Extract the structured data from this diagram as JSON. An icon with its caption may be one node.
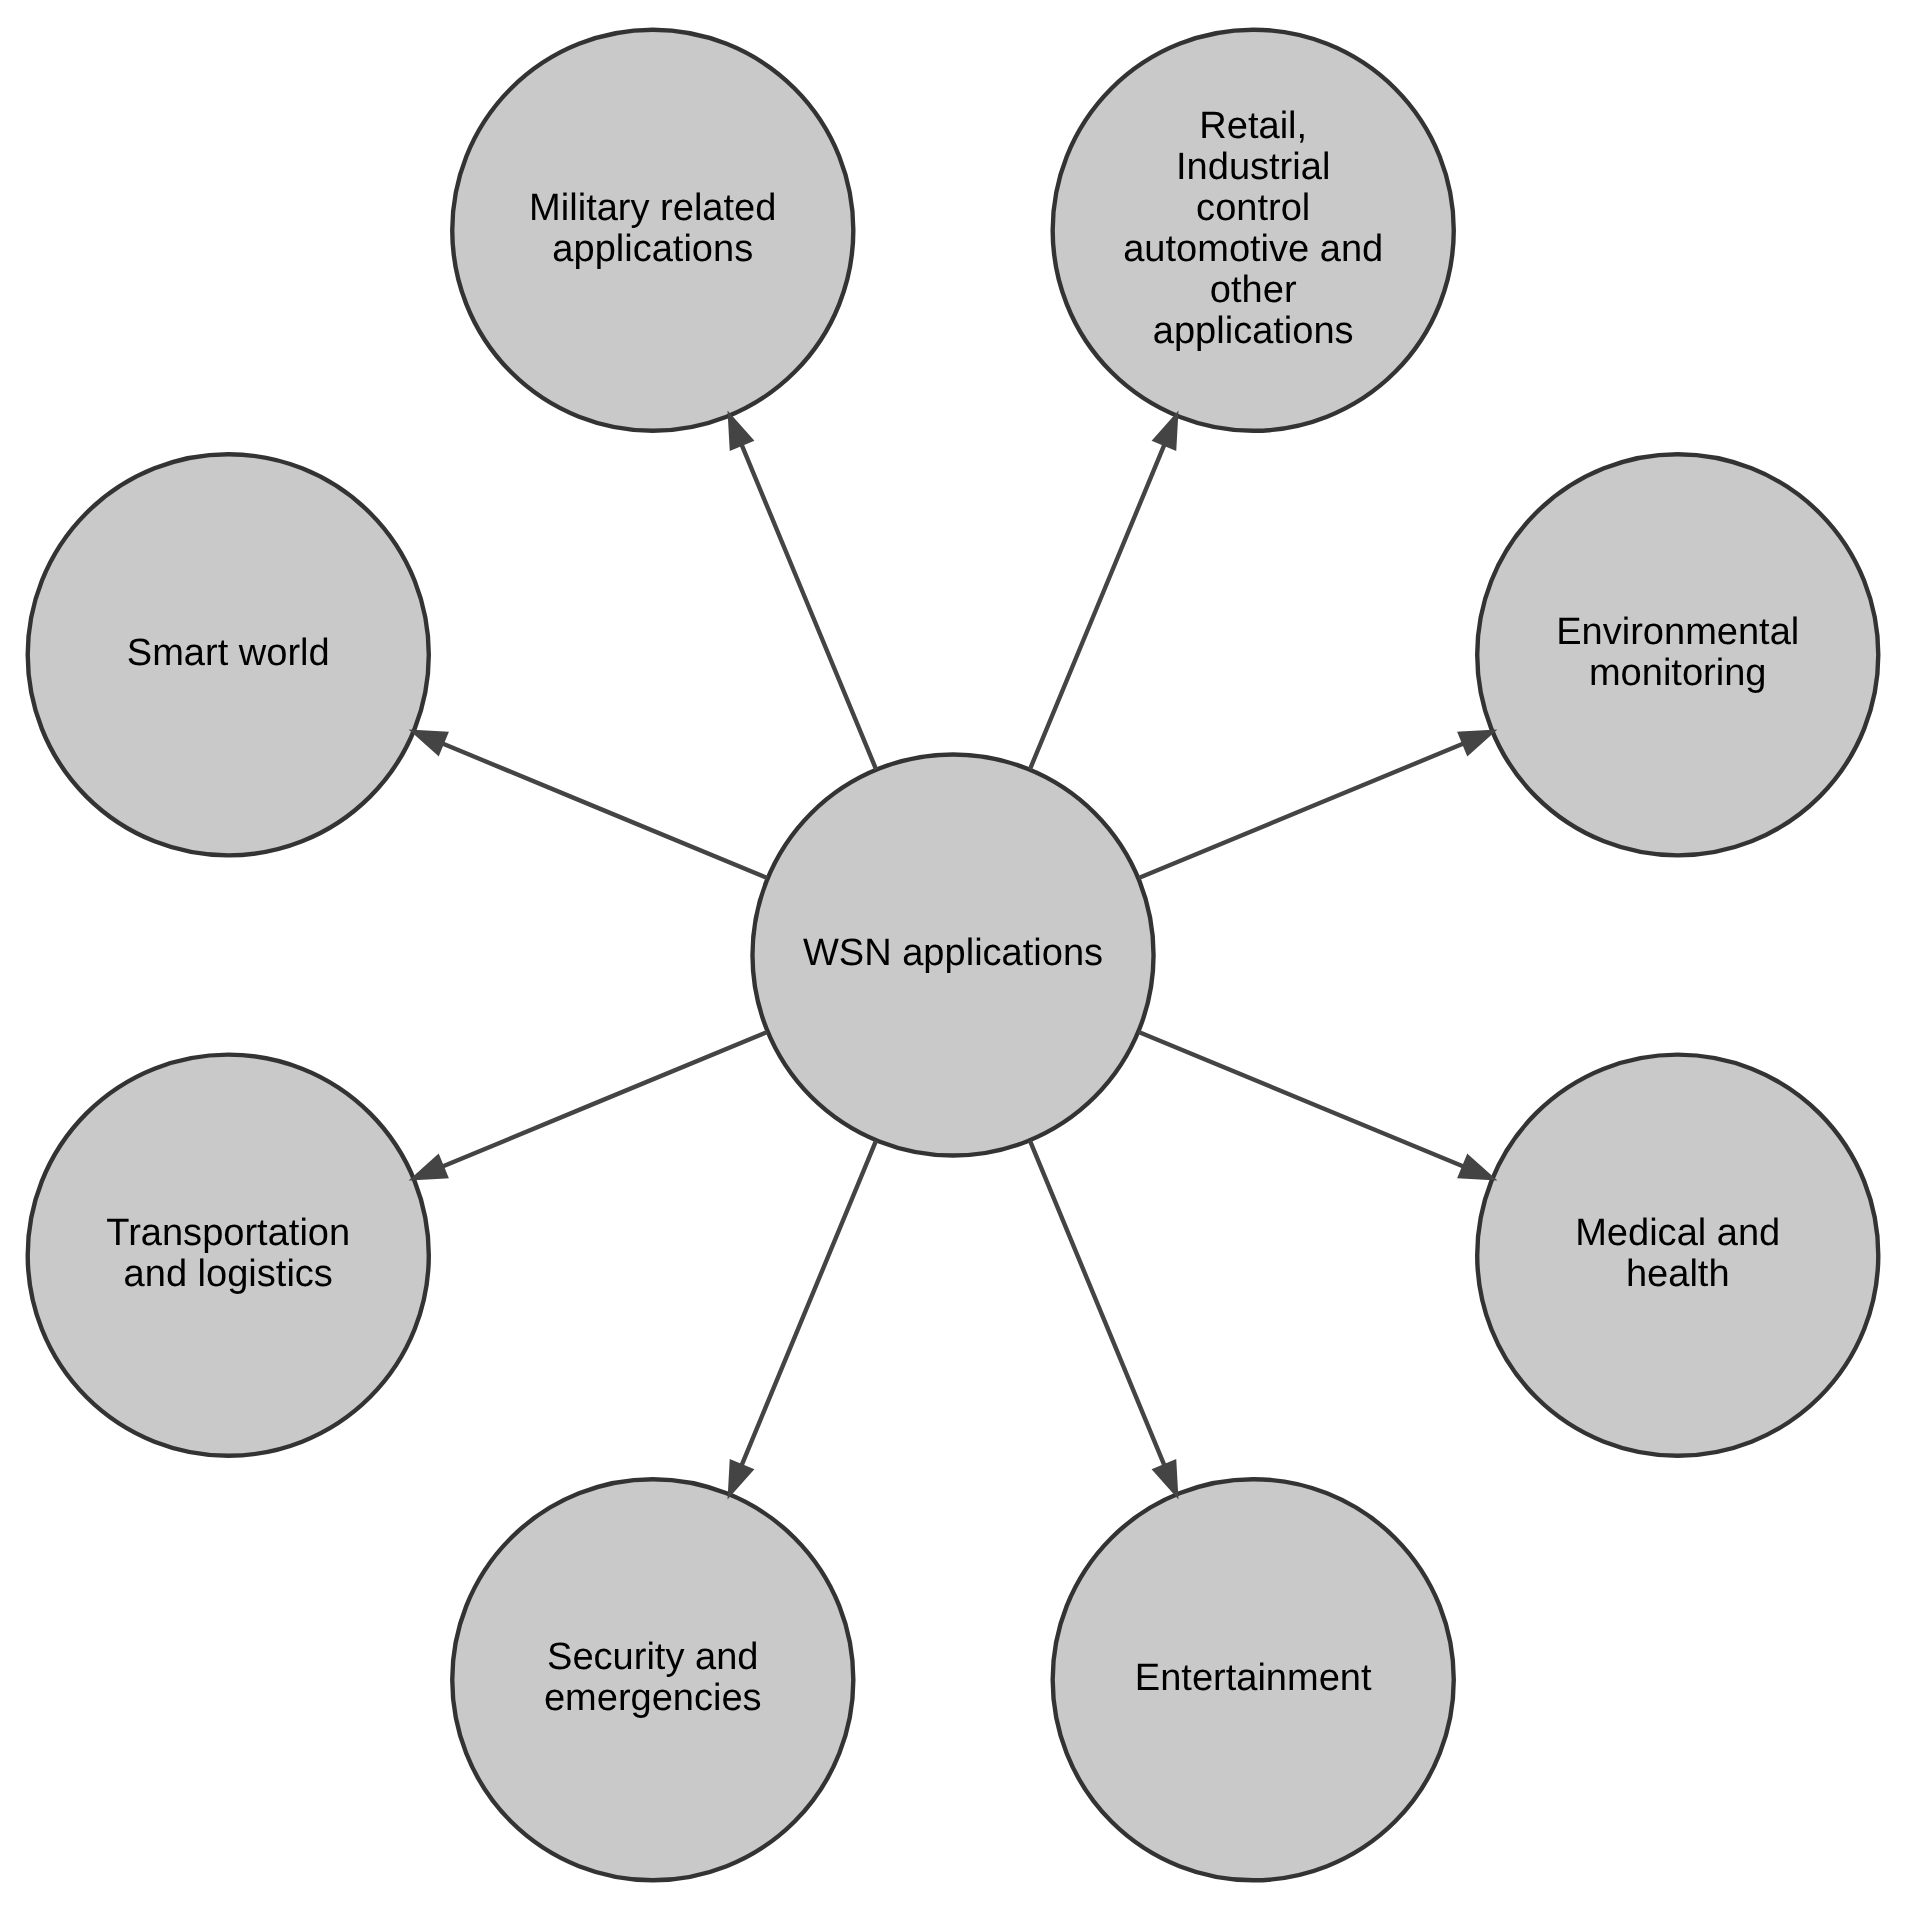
{
  "diagram": {
    "nodes": [
      {
        "text": [
          "Environmental monitoring"
        ]
      },
      {
        "text": [
          "Retail, Industrial control automotive and other applications"
        ]
      },
      {
        "text": [
          "Military related applications"
        ]
      },
      {
        "text": [
          "Smart world"
        ]
      },
      {
        "text": [
          "WSN applications"
        ]
      },
      {
        "text": [
          "Transportation and logistics"
        ]
      },
      {
        "text": [
          "Security and emergencies"
        ]
      },
      {
        "text": [
          "Entertainment"
        ]
      },
      {
        "text": [
          "Medical and health"
        ]
      }
    ],
    "edges": [
      {
        "from": 4,
        "to": 0,
        "arrow": "to"
      },
      {
        "from": 4,
        "to": 1,
        "arrow": "to"
      },
      {
        "from": 4,
        "to": 2,
        "arrow": "to"
      },
      {
        "from": 4,
        "to": 3,
        "arrow": "to"
      },
      {
        "from": 4,
        "to": 5,
        "arrow": "to"
      },
      {
        "from": 4,
        "to": 6,
        "arrow": "to"
      },
      {
        "from": 4,
        "to": 7,
        "arrow": "to"
      },
      {
        "from": 4,
        "to": 8,
        "arrow": "to"
      }
    ]
  }
}
